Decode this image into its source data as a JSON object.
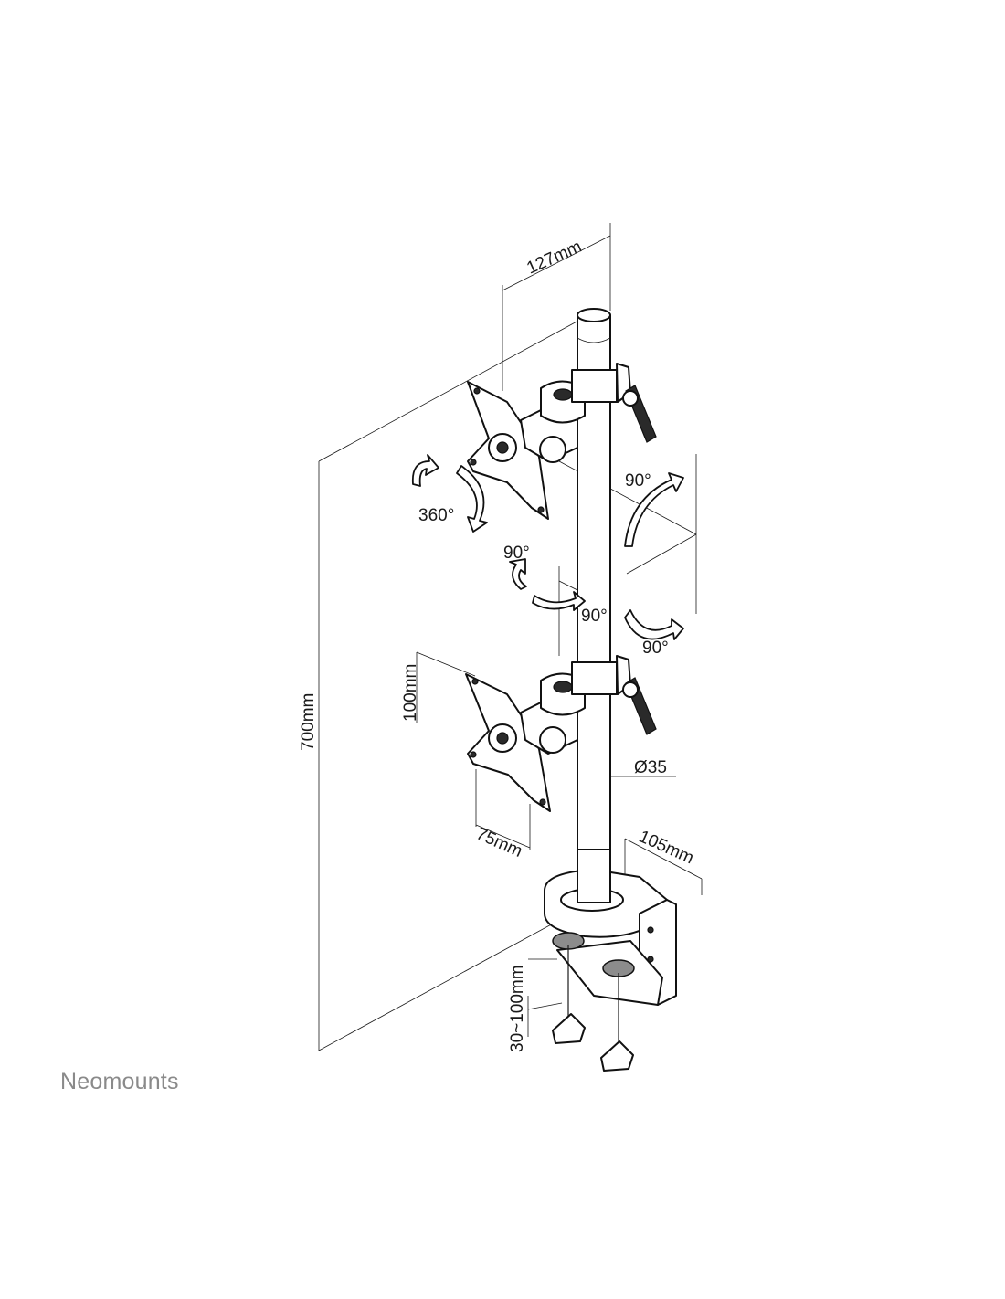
{
  "dimensions": {
    "spacing_top": "127mm",
    "height_total": "700mm",
    "vesa_vertical": "100mm",
    "vesa_horizontal": "75mm",
    "pole_diameter": "Ø35",
    "clamp_depth": "105mm",
    "clamp_range": "30~100mm"
  },
  "rotations": {
    "rotate": "360°",
    "tilt_upper": "90°",
    "swivel_left": "90°",
    "swivel_center": "90°",
    "tilt_lower": "90°"
  },
  "brand": {
    "name": "Neomounts"
  },
  "colors": {
    "line": "#1a1a1a",
    "brand_grey": "#8a8a8a"
  }
}
